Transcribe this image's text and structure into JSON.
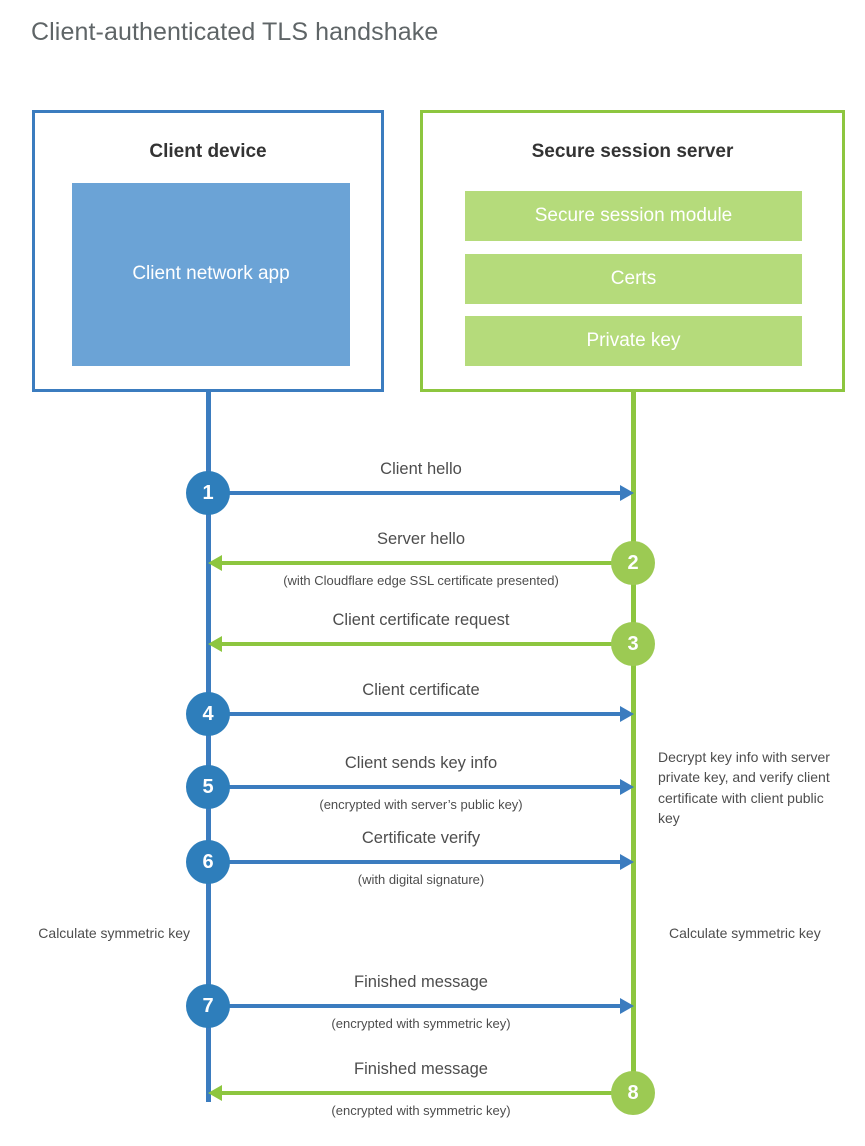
{
  "title": "Client-authenticated TLS handshake",
  "colors": {
    "client_blue": "#3b7cbf",
    "client_app_fill": "#6ba3d6",
    "client_circle": "#2e7ebb",
    "server_green": "#8dc63f",
    "server_block_fill": "#b5db7b",
    "server_circle": "#9cca53",
    "text": "#4d4d4d",
    "title_text": "#5f6567"
  },
  "participants": {
    "client": {
      "title": "Client device",
      "app_label": "Client network app"
    },
    "server": {
      "title": "Secure session server",
      "blocks": [
        "Secure session module",
        "Certs",
        "Private key"
      ]
    }
  },
  "steps": [
    {
      "number": "1",
      "label": "Client hello",
      "sublabel": "",
      "direction": "client-to-server",
      "color": "blue"
    },
    {
      "number": "2",
      "label": "Server hello",
      "sublabel": "(with Cloudflare edge SSL certificate presented)",
      "direction": "server-to-client",
      "color": "green"
    },
    {
      "number": "3",
      "label": "Client certificate request",
      "sublabel": "",
      "direction": "server-to-client",
      "color": "green"
    },
    {
      "number": "4",
      "label": "Client certificate",
      "sublabel": "",
      "direction": "client-to-server",
      "color": "blue"
    },
    {
      "number": "5",
      "label": "Client sends key info",
      "sublabel": "(encrypted with server’s public key)",
      "direction": "client-to-server",
      "color": "blue"
    },
    {
      "number": "6",
      "label": "Certificate verify",
      "sublabel": "(with digital signature)",
      "direction": "client-to-server",
      "color": "blue"
    },
    {
      "number": "7",
      "label": "Finished message",
      "sublabel": "(encrypted with symmetric key)",
      "direction": "client-to-server",
      "color": "blue"
    },
    {
      "number": "8",
      "label": "Finished message",
      "sublabel": "(encrypted with symmetric key)",
      "direction": "server-to-client",
      "color": "green"
    }
  ],
  "annotations": {
    "server_decrypt": "Decrypt key info with server private key, and verify client certificate with client public key",
    "client_calculate": "Calculate symmetric key",
    "server_calculate": "Calculate symmetric key"
  }
}
